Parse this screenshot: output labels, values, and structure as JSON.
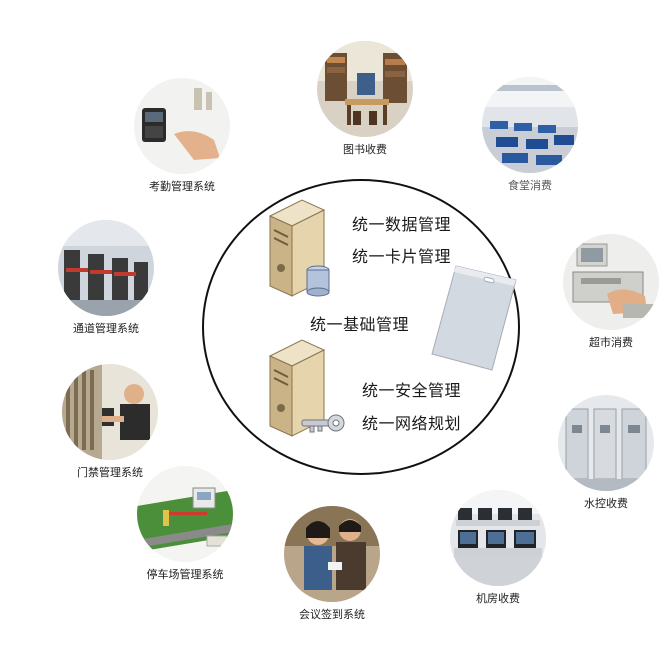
{
  "center": {
    "line_data": "统一数据管理",
    "line_card": "统一卡片管理",
    "line_base": "统一基础管理",
    "line_security": "统一安全管理",
    "line_network": "统一网络规划"
  },
  "nodes": {
    "library": "图书收费",
    "canteen": "食堂消费",
    "attendance": "考勤管理系统",
    "supermarket": "超市消费",
    "passage": "通道管理系统",
    "access": "门禁管理系统",
    "water": "水控收费",
    "parking": "停车场管理系统",
    "meeting": "会议签到系统",
    "computer_room": "机房收费"
  },
  "colors": {
    "ring": "#111111",
    "server_body": "#e8d9b8",
    "server_shadow": "#b8a37c",
    "card": "#d8dde3"
  }
}
